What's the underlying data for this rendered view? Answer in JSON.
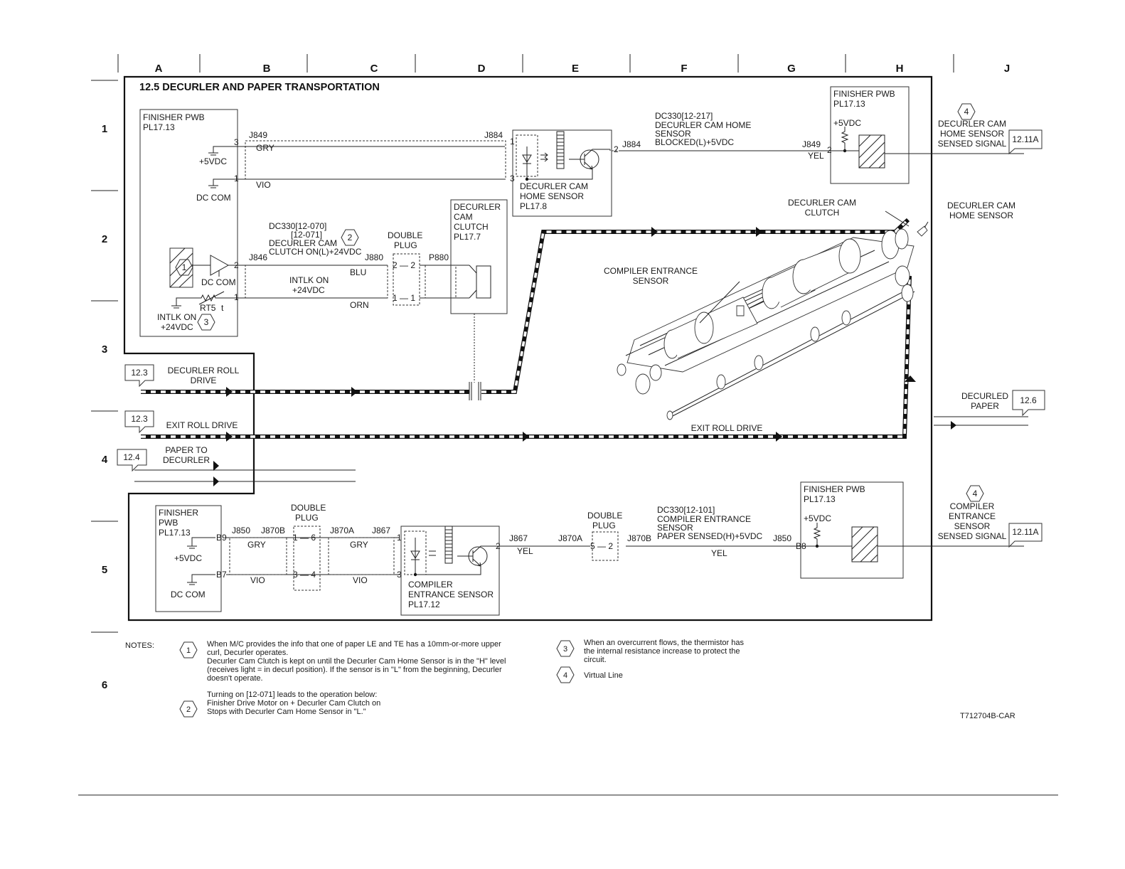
{
  "columns": [
    "A",
    "B",
    "C",
    "D",
    "E",
    "F",
    "G",
    "H",
    "J"
  ],
  "rows": [
    "1",
    "2",
    "3",
    "4",
    "5",
    "6"
  ],
  "title": "12.5 DECURLER AND PAPER TRANSPORTATION",
  "finisher_pwb_1": {
    "label1": "FINISHER PWB",
    "label2": "PL17.13",
    "v5": "+5VDC",
    "dccom": "DC COM",
    "pin3": "3",
    "pin1": "1"
  },
  "harness_1": {
    "j849": "J849",
    "j884": "J884",
    "gry": "GRY",
    "vio": "VIO",
    "p1": "1",
    "p3": "3"
  },
  "home_sensor": {
    "label1": "DECURLER CAM",
    "label2": "HOME SENSOR",
    "label3": "PL17.8",
    "pin2": "2",
    "j884": "J884"
  },
  "dc330_1": {
    "line1": "DC330[12-217]",
    "line2": "DECURLER CAM HOME",
    "line3": "SENSOR",
    "line4": "BLOCKED(L)+5VDC"
  },
  "finisher_pwb_h1": {
    "label1": "FINISHER PWB",
    "label2": "PL17.13",
    "v5": "+5VDC",
    "j849": "J849",
    "yel": "YEL",
    "pin2": "2"
  },
  "sig_home": {
    "line1": "DECURLER CAM",
    "line2": "HOME SENSOR",
    "line3": "SENSED SIGNAL",
    "ref": "12.11A",
    "vl": "4"
  },
  "dc330_2": {
    "line1": "DC330[12-070]",
    "line2": "[12-071]",
    "line3": "DECURLER CAM",
    "line4": "CLUTCH  ON(L)+24VDC",
    "note": "2"
  },
  "circuit_2": {
    "pin2": "2",
    "pin1": "1",
    "dccom": "DC COM",
    "rt5": "RT5",
    "t": "t",
    "intlk1": "INTLK ON",
    "intlk2": "+24VDC",
    "note1": "1",
    "note3": "3",
    "j846": "J846",
    "j880": "J880",
    "intlk_mid1": "INTLK ON",
    "intlk_mid2": "+24VDC",
    "blu": "BLU",
    "orn": "ORN"
  },
  "double_plug_1": {
    "label1": "DOUBLE",
    "label2": "PLUG",
    "p22": "2  —  2",
    "p11": "1  —  1",
    "p880": "P880"
  },
  "clutch_box": {
    "l1": "DECURLER",
    "l2": "CAM",
    "l3": "CLUTCH",
    "l4": "PL17.7"
  },
  "drives": {
    "decurler_roll_drive_1": "DECURLER ROLL",
    "decurler_roll_drive_2": "DRIVE",
    "exit_roll_drive": "EXIT ROLL DRIVE",
    "exit_roll_drive_right": "EXIT ROLL DRIVE",
    "paper_to_1": "PAPER TO",
    "paper_to_2": "DECURLER",
    "decurled_1": "DECURLED",
    "decurled_2": "PAPER",
    "ref_123a": "12.3",
    "ref_123b": "12.3",
    "ref_124": "12.4",
    "ref_126": "12.6"
  },
  "mech_labels": {
    "clutch1": "DECURLER CAM",
    "clutch2": "CLUTCH",
    "home1": "DECURLER CAM",
    "home2": "HOME SENSOR",
    "comp1": "COMPILER ENTRANCE",
    "comp2": "SENSOR"
  },
  "finisher_pwb_2": {
    "label1": "FINISHER",
    "label2": "PWB",
    "label3": "PL17.13",
    "v5": "+5VDC",
    "dccom": "DC COM",
    "b9": "B9",
    "b7": "B7"
  },
  "harness_5": {
    "j850": "J850",
    "j870b": "J870B",
    "gry1": "GRY",
    "vio1": "VIO",
    "dp_label1": "DOUBLE",
    "dp_label2": "PLUG",
    "p16": "1  —  6",
    "p34": "3  —  4",
    "j870a": "J870A",
    "j867": "J867",
    "gry2": "GRY",
    "vio2": "VIO",
    "p1": "1",
    "p3": "3"
  },
  "comp_sensor": {
    "l1": "COMPILER",
    "l2": "ENTRANCE SENSOR",
    "l3": "PL17.12",
    "pin2": "2",
    "j867": "J867",
    "yel": "YEL",
    "j870a": "J870A"
  },
  "double_plug_2": {
    "l1": "DOUBLE",
    "l2": "PLUG",
    "p52": "5  —  2",
    "j870b": "J870B"
  },
  "dc330_3": {
    "line1": "DC330[12-101]",
    "line2": "COMPILER ENTRANCE",
    "line3": "SENSOR",
    "line4": "PAPER SENSED(H)+5VDC",
    "yel": "YEL",
    "j850": "J850"
  },
  "finisher_pwb_h2": {
    "label1": "FINISHER PWB",
    "label2": "PL17.13",
    "v5": "+5VDC",
    "b8": "B8"
  },
  "sig_comp": {
    "line1": "COMPILER",
    "line2": "ENTRANCE",
    "line3": "SENSOR",
    "line4": "SENSED SIGNAL",
    "ref": "12.11A",
    "vl": "4"
  },
  "notes": {
    "heading": "NOTES:",
    "n1_num": "1",
    "n1_lines": [
      "When M/C provides the info that one of paper LE and TE has a 10mm-or-more upper",
      "curl, Decurler operates.",
      "Decurler Cam Clutch is kept on until the Decurler Cam Home Sensor is in the \"H\" level",
      "(receives light = in decurl position).  If the sensor is in \"L\" from the beginning, Decurler",
      "doesn't operate."
    ],
    "n2_num": "2",
    "n2_lines": [
      "Turning on [12-071] leads to the operation below:",
      "Finisher Drive Motor on + Decurler Cam Clutch on",
      "Stops with Decurler Cam Home Sensor in \"L.\""
    ],
    "n3_num": "3",
    "n3_lines": [
      "When an overcurrent flows, the thermistor has",
      "the internal resistance increase to protect the",
      "circuit."
    ],
    "n4_num": "4",
    "n4_line": "Virtual Line"
  },
  "figure_id": "T712704B-CAR"
}
